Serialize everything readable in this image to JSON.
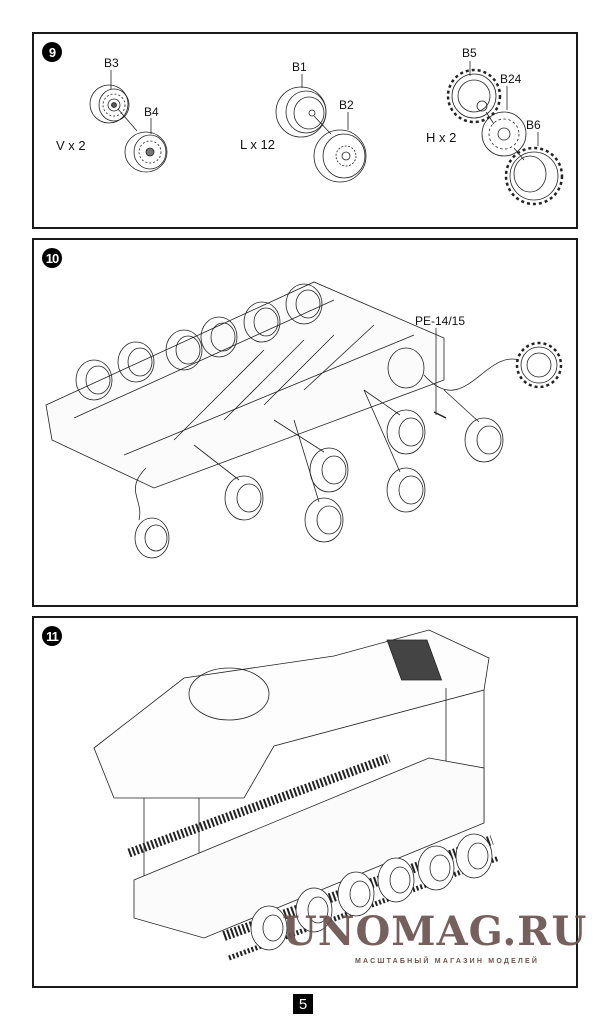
{
  "page": {
    "number": "5"
  },
  "steps": [
    {
      "number": "9",
      "groups": [
        {
          "quantity": "V x 2",
          "parts": [
            "B3",
            "B4"
          ]
        },
        {
          "quantity": "L x 12",
          "parts": [
            "B1",
            "B2"
          ]
        },
        {
          "quantity": "H x 2",
          "parts": [
            "B5",
            "B24",
            "B6"
          ]
        }
      ]
    },
    {
      "number": "10",
      "callouts": [
        "PE-14/15"
      ]
    },
    {
      "number": "11"
    }
  ],
  "watermark": {
    "title": "UNOMAG.RU",
    "subtitle": "МАСШТАБНЫЙ МАГАЗИН МОДЕЛЕЙ",
    "color": "#6b5350"
  }
}
